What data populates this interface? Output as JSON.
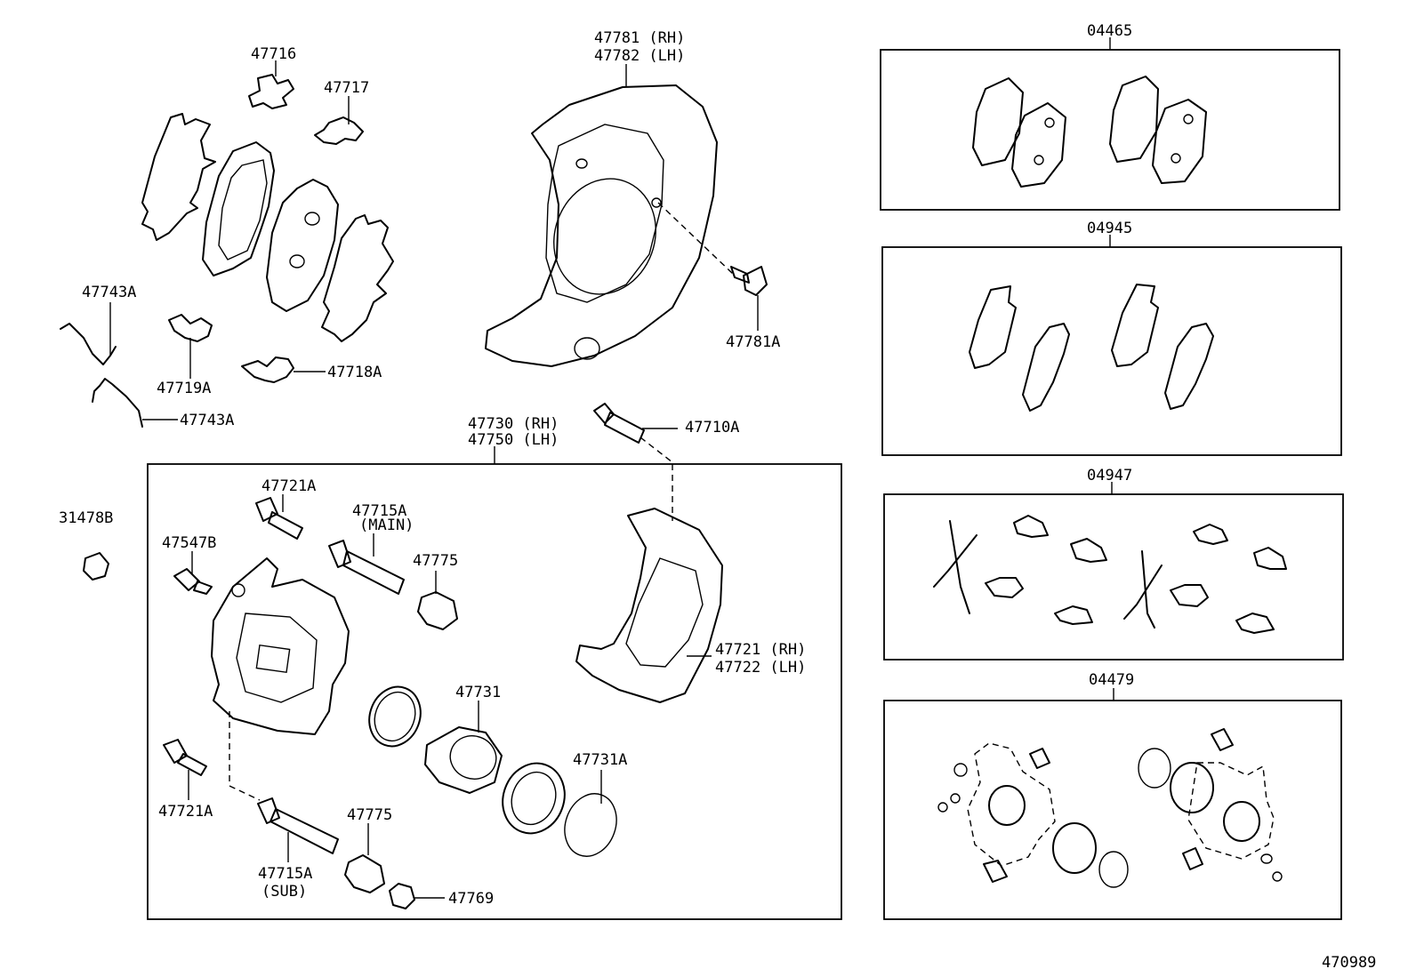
{
  "diagram_id": "470989",
  "labels": {
    "p47716": "47716",
    "p47717": "47717",
    "p47743A_top": "47743A",
    "p47743A_bottom": "47743A",
    "p47719A": "47719A",
    "p47718A": "47718A",
    "p47781_rh": "47781 (RH)",
    "p47782_lh": "47782 (LH)",
    "p47781A": "47781A",
    "p47730_rh": "47730 (RH)",
    "p47750_lh": "47750 (LH)",
    "p47710A": "47710A",
    "p31478B": "31478B",
    "p47721A_top": "47721A",
    "p47547B": "47547B",
    "p47715A_main": "47715A",
    "main_note": "(MAIN)",
    "p47775_top": "47775",
    "p47721_rh": "47721 (RH)",
    "p47722_lh": "47722 (LH)",
    "p47731": "47731",
    "p47731A": "47731A",
    "p47721A_bottom": "47721A",
    "p47775_bottom": "47775",
    "p47715A_sub": "47715A",
    "sub_note": "(SUB)",
    "p47769": "47769"
  },
  "kits": [
    {
      "code": "04465"
    },
    {
      "code": "04945"
    },
    {
      "code": "04947"
    },
    {
      "code": "04479"
    }
  ]
}
